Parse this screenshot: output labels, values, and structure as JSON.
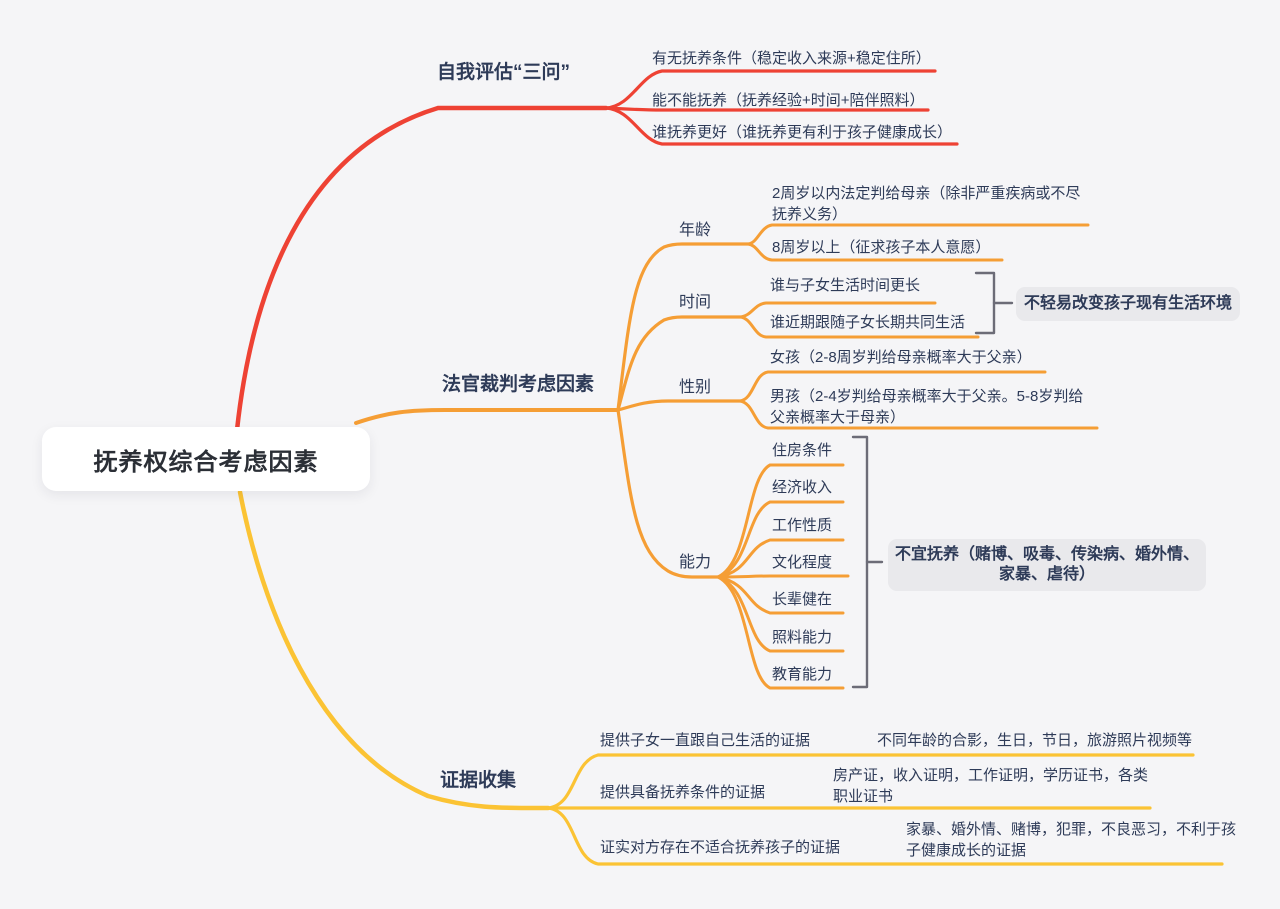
{
  "colors": {
    "background": "#F5F5F7",
    "branch_red": "#EE4234",
    "branch_orange": "#F59E35",
    "branch_yellow": "#FBC334",
    "text_navy": "#2E3B58",
    "note_background": "#E9E9EC",
    "bracket_gray": "#6C6C77",
    "root_background": "#FFFFFF"
  },
  "mindmap": {
    "root": {
      "label": "抚养权综合考虑因素"
    },
    "branches": [
      {
        "label": "自我评估“三问”",
        "children": [
          {
            "label": "有无抚养条件（稳定收入来源+稳定住所）"
          },
          {
            "label": "能不能抚养（抚养经验+时间+陪伴照料）"
          },
          {
            "label": "谁抚养更好（谁抚养更有利于孩子健康成长）"
          }
        ]
      },
      {
        "label": "法官裁判考虑因素",
        "children": [
          {
            "label": "年龄",
            "children": [
              {
                "label": "2周岁以内法定判给母亲（除非严重疾病或不尽抚养义务）"
              },
              {
                "label": "8周岁以上（征求孩子本人意愿）"
              }
            ]
          },
          {
            "label": "时间",
            "note": "不轻易改变孩子现有生活环境",
            "children": [
              {
                "label": "谁与子女生活时间更长"
              },
              {
                "label": "谁近期跟随子女长期共同生活"
              }
            ]
          },
          {
            "label": "性别",
            "children": [
              {
                "label": "女孩（2-8周岁判给母亲概率大于父亲）"
              },
              {
                "label": "男孩（2-4岁判给母亲概率大于父亲。5-8岁判给父亲概率大于母亲）"
              }
            ]
          },
          {
            "label": "能力",
            "note": "不宜抚养（赌博、吸毒、传染病、婚外情、家暴、虐待）",
            "children": [
              {
                "label": "住房条件"
              },
              {
                "label": "经济收入"
              },
              {
                "label": "工作性质"
              },
              {
                "label": "文化程度"
              },
              {
                "label": "长辈健在"
              },
              {
                "label": "照料能力"
              },
              {
                "label": "教育能力"
              }
            ]
          }
        ]
      },
      {
        "label": "证据收集",
        "children": [
          {
            "label": "提供子女一直跟自己生活的证据",
            "detail": "不同年龄的合影，生日，节日，旅游照片视频等"
          },
          {
            "label": "提供具备抚养条件的证据",
            "detail": "房产证，收入证明，工作证明，学历证书，各类职业证书"
          },
          {
            "label": "证实对方存在不适合抚养孩子的证据",
            "detail": "家暴、婚外情、赌博，犯罪，不良恶习，不利于孩子健康成长的证据"
          }
        ]
      }
    ]
  }
}
